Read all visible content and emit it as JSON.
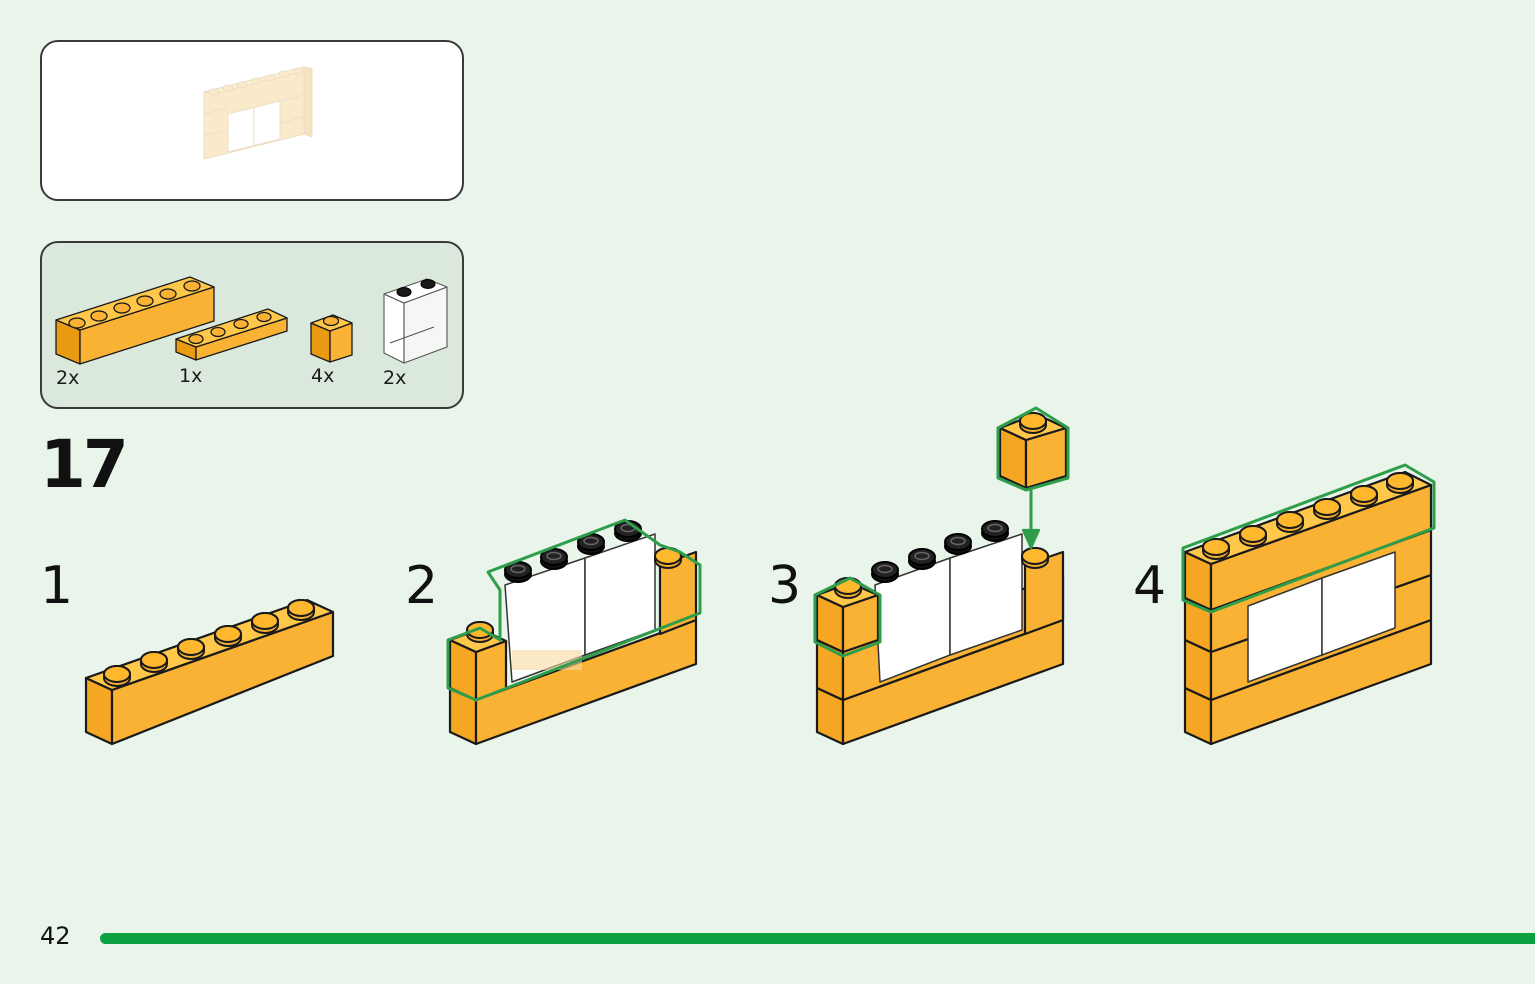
{
  "colors": {
    "background": "#e9f4ea",
    "brick": "#f9b233",
    "brick_top": "#ffc84a",
    "brick_dark": "#e89a12",
    "outline": "#1a1a1a",
    "highlight": "#2e9e4b",
    "footer_line": "#0aa241",
    "parts_panel": "#dbe8dc"
  },
  "parts": [
    {
      "qty": "2x",
      "icon": "brick-1x6-icon"
    },
    {
      "qty": "1x",
      "icon": "plate-1x4-icon"
    },
    {
      "qty": "4x",
      "icon": "brick-1x1-icon"
    },
    {
      "qty": "2x",
      "icon": "window-panel-icon"
    }
  ],
  "step_number": "17",
  "sub_steps": [
    {
      "label": "1"
    },
    {
      "label": "2"
    },
    {
      "label": "3"
    },
    {
      "label": "4"
    }
  ],
  "page_number": "42"
}
